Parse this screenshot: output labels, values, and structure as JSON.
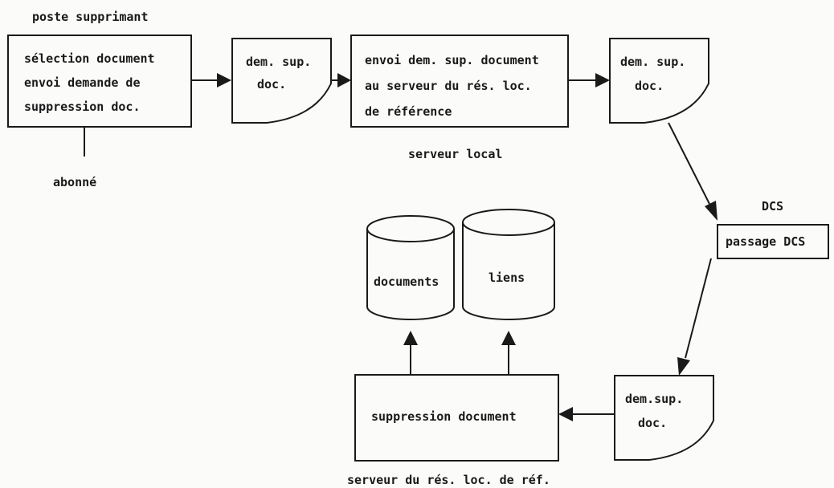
{
  "labels": {
    "poste_supprimant": "poste supprimant",
    "abonne": "abonné",
    "serveur_local": "serveur local",
    "dcs": "DCS",
    "serveur_ref": "serveur du rés. loc. de réf."
  },
  "nodes": {
    "selection": [
      "sélection document",
      "envoi demande de",
      "suppression doc."
    ],
    "doc1": [
      "dem. sup.",
      "doc."
    ],
    "envoi": [
      "envoi dem. sup. document",
      "au serveur du rés. loc.",
      "de référence"
    ],
    "doc2": [
      "dem. sup.",
      "doc."
    ],
    "passage": [
      "passage DCS"
    ],
    "doc3": [
      "dem.sup.",
      "doc."
    ],
    "suppression": [
      "suppression document"
    ],
    "db_documents": [
      "documents"
    ],
    "db_liens": [
      "liens"
    ]
  },
  "colors": {
    "ink": "#1a1a1a",
    "paper": "#fbfbf9"
  }
}
